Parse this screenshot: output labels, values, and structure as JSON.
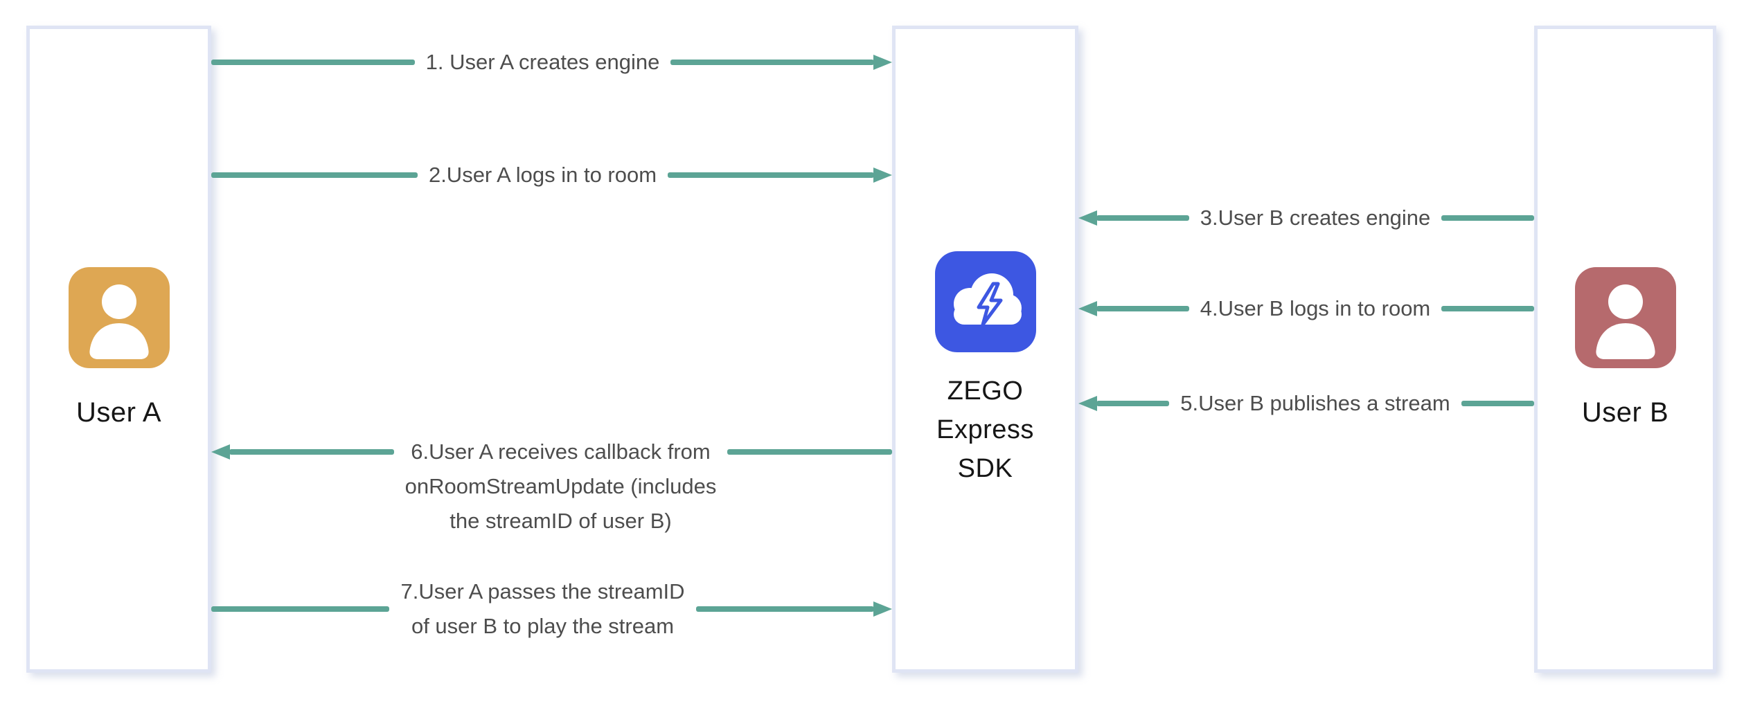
{
  "diagram": {
    "title": "ZEGO Express SDK stream publish/play flow",
    "entities": [
      {
        "id": "user-a",
        "label": "User A",
        "icon": "user-icon",
        "icon_bg": "#DEA753"
      },
      {
        "id": "zego-sdk",
        "label": "ZEGO\nExpress\nSDK",
        "icon": "cloud-lightning-icon",
        "icon_bg": "#3D57E2"
      },
      {
        "id": "user-b",
        "label": "User B",
        "icon": "user-icon",
        "icon_bg": "#B66A6D"
      }
    ],
    "arrows": [
      {
        "step": 1,
        "label": "1. User A creates engine",
        "direction": "right",
        "between": "user-a and zego-sdk"
      },
      {
        "step": 2,
        "label": "2.User A logs in to room",
        "direction": "right",
        "between": "user-a and zego-sdk"
      },
      {
        "step": 3,
        "label": "3.User B creates engine",
        "direction": "left",
        "between": "zego-sdk and user-b"
      },
      {
        "step": 4,
        "label": "4.User B logs in to room",
        "direction": "left",
        "between": "zego-sdk and user-b"
      },
      {
        "step": 5,
        "label": "5.User B publishes a stream",
        "direction": "left",
        "between": "zego-sdk and user-b"
      },
      {
        "step": 6,
        "label": "6.User A receives callback from\nonRoomStreamUpdate (includes\nthe streamID of user B)",
        "direction": "left",
        "between": "user-a and zego-sdk"
      },
      {
        "step": 7,
        "label": "7.User A passes the streamID\nof user B to play the stream",
        "direction": "right",
        "between": "user-a and zego-sdk"
      }
    ],
    "palette": {
      "arrow": "#5CA495",
      "label_text": "#4D4D4D",
      "entity_text": "#161616",
      "box_border": "#DFE4F4",
      "user_a_icon_bg": "#DEA753",
      "user_b_icon_bg": "#B66A6D",
      "sdk_icon_bg": "#3D57E2",
      "icon_glyph": "#FFFFFF"
    }
  }
}
